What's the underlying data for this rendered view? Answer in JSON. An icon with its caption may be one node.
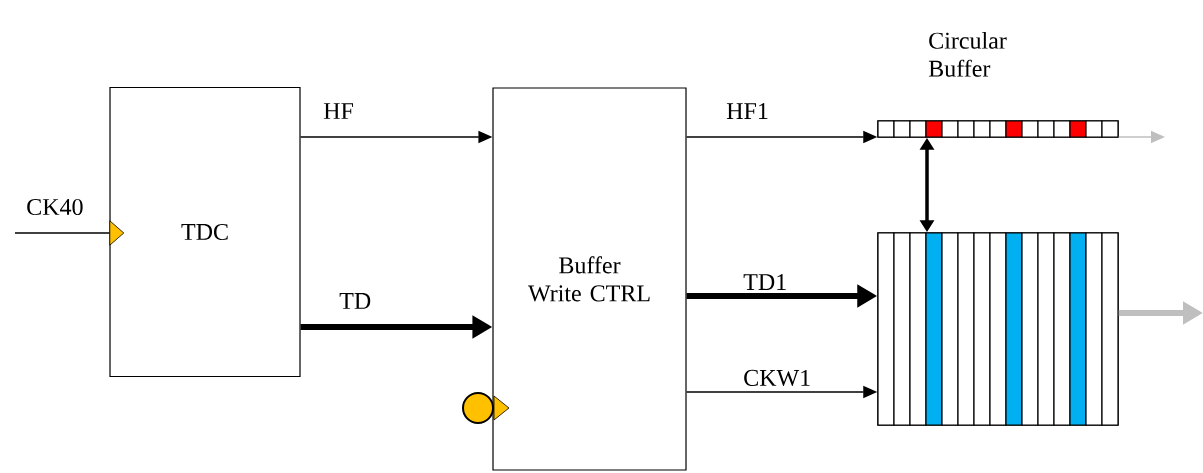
{
  "diagram": {
    "nodes": [
      {
        "text": [
          "TDC"
        ]
      },
      {
        "text": [
          "Buffer Write CTRL"
        ]
      },
      {
        "text": [
          "Circular Buffer"
        ]
      },
      {
        "text": [],
        "shape": "box"
      }
    ],
    "edges": [
      {
        "from": null,
        "to": 0,
        "arrow": "to",
        "label": "CK40"
      },
      {
        "from": 0,
        "to": 1,
        "arrow": "to",
        "label": "HF"
      },
      {
        "from": 0,
        "to": 1,
        "arrow": "to",
        "label": "TD",
        "style": "thick"
      },
      {
        "from": 1,
        "to": 2,
        "arrow": "to",
        "label": "HF1"
      },
      {
        "from": 1,
        "to": 3,
        "arrow": "to",
        "label": "TD1",
        "style": "thick"
      },
      {
        "from": 1,
        "to": 3,
        "arrow": "to",
        "label": "CKW1"
      },
      {
        "from": 2,
        "to": 3,
        "arrow": "both",
        "style": "thick"
      },
      {
        "from": 2,
        "to": null,
        "arrow": "to",
        "color": "#bfbfbf"
      },
      {
        "from": 3,
        "to": null,
        "arrow": "to",
        "style": "thick",
        "color": "#bfbfbf"
      }
    ]
  }
}
